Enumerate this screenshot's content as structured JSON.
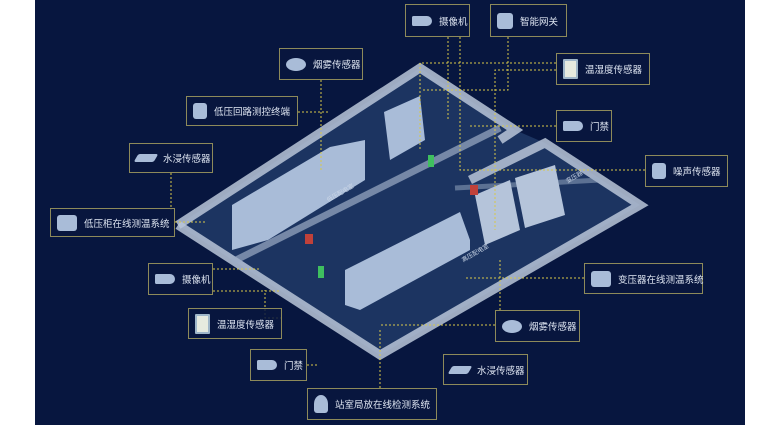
{
  "title": "配电室智能监控系统示意图",
  "rooms": {
    "low": "低压配电室",
    "high": "高压配电室",
    "transformer": "变压器"
  },
  "labels": [
    {
      "id": "smoke-top",
      "text": "烟雾传感器",
      "icon": "smoke-sensor-icon"
    },
    {
      "id": "lv-terminal",
      "text": "低压回路测控终端",
      "icon": "terminal-icon"
    },
    {
      "id": "water-left",
      "text": "水浸传感器",
      "icon": "water-sensor-icon"
    },
    {
      "id": "lv-temp",
      "text": "低压柜在线测温系统",
      "icon": "temp-module-icon"
    },
    {
      "id": "camera-top",
      "text": "摄像机",
      "icon": "camera-icon"
    },
    {
      "id": "gateway",
      "text": "智能网关",
      "icon": "gateway-icon"
    },
    {
      "id": "th-right",
      "text": "温湿度传感器",
      "icon": "thermo-hygrometer-icon"
    },
    {
      "id": "door-right",
      "text": "门禁",
      "icon": "door-access-icon"
    },
    {
      "id": "noise",
      "text": "噪声传感器",
      "icon": "noise-sensor-icon"
    },
    {
      "id": "tr-temp",
      "text": "变压器在线测温系统",
      "icon": "temp-module-icon"
    },
    {
      "id": "smoke-bottom",
      "text": "烟雾传感器",
      "icon": "smoke-sensor-icon"
    },
    {
      "id": "water-bottom",
      "text": "水浸传感器",
      "icon": "water-sensor-icon"
    },
    {
      "id": "pd",
      "text": "站室局放在线检测系统",
      "icon": "dome-camera-icon"
    },
    {
      "id": "camera-left",
      "text": "摄像机",
      "icon": "camera-icon"
    },
    {
      "id": "th-left",
      "text": "温湿度传感器",
      "icon": "thermo-hygrometer-icon"
    },
    {
      "id": "door-left",
      "text": "门禁",
      "icon": "door-access-icon"
    }
  ],
  "colors": {
    "background": "#07163f",
    "border": "#8d8a5a",
    "connector": "#d8c84a",
    "wall": "#b9c6d8",
    "floor": "#1c3461",
    "cabinet": "#a9bcd8"
  }
}
